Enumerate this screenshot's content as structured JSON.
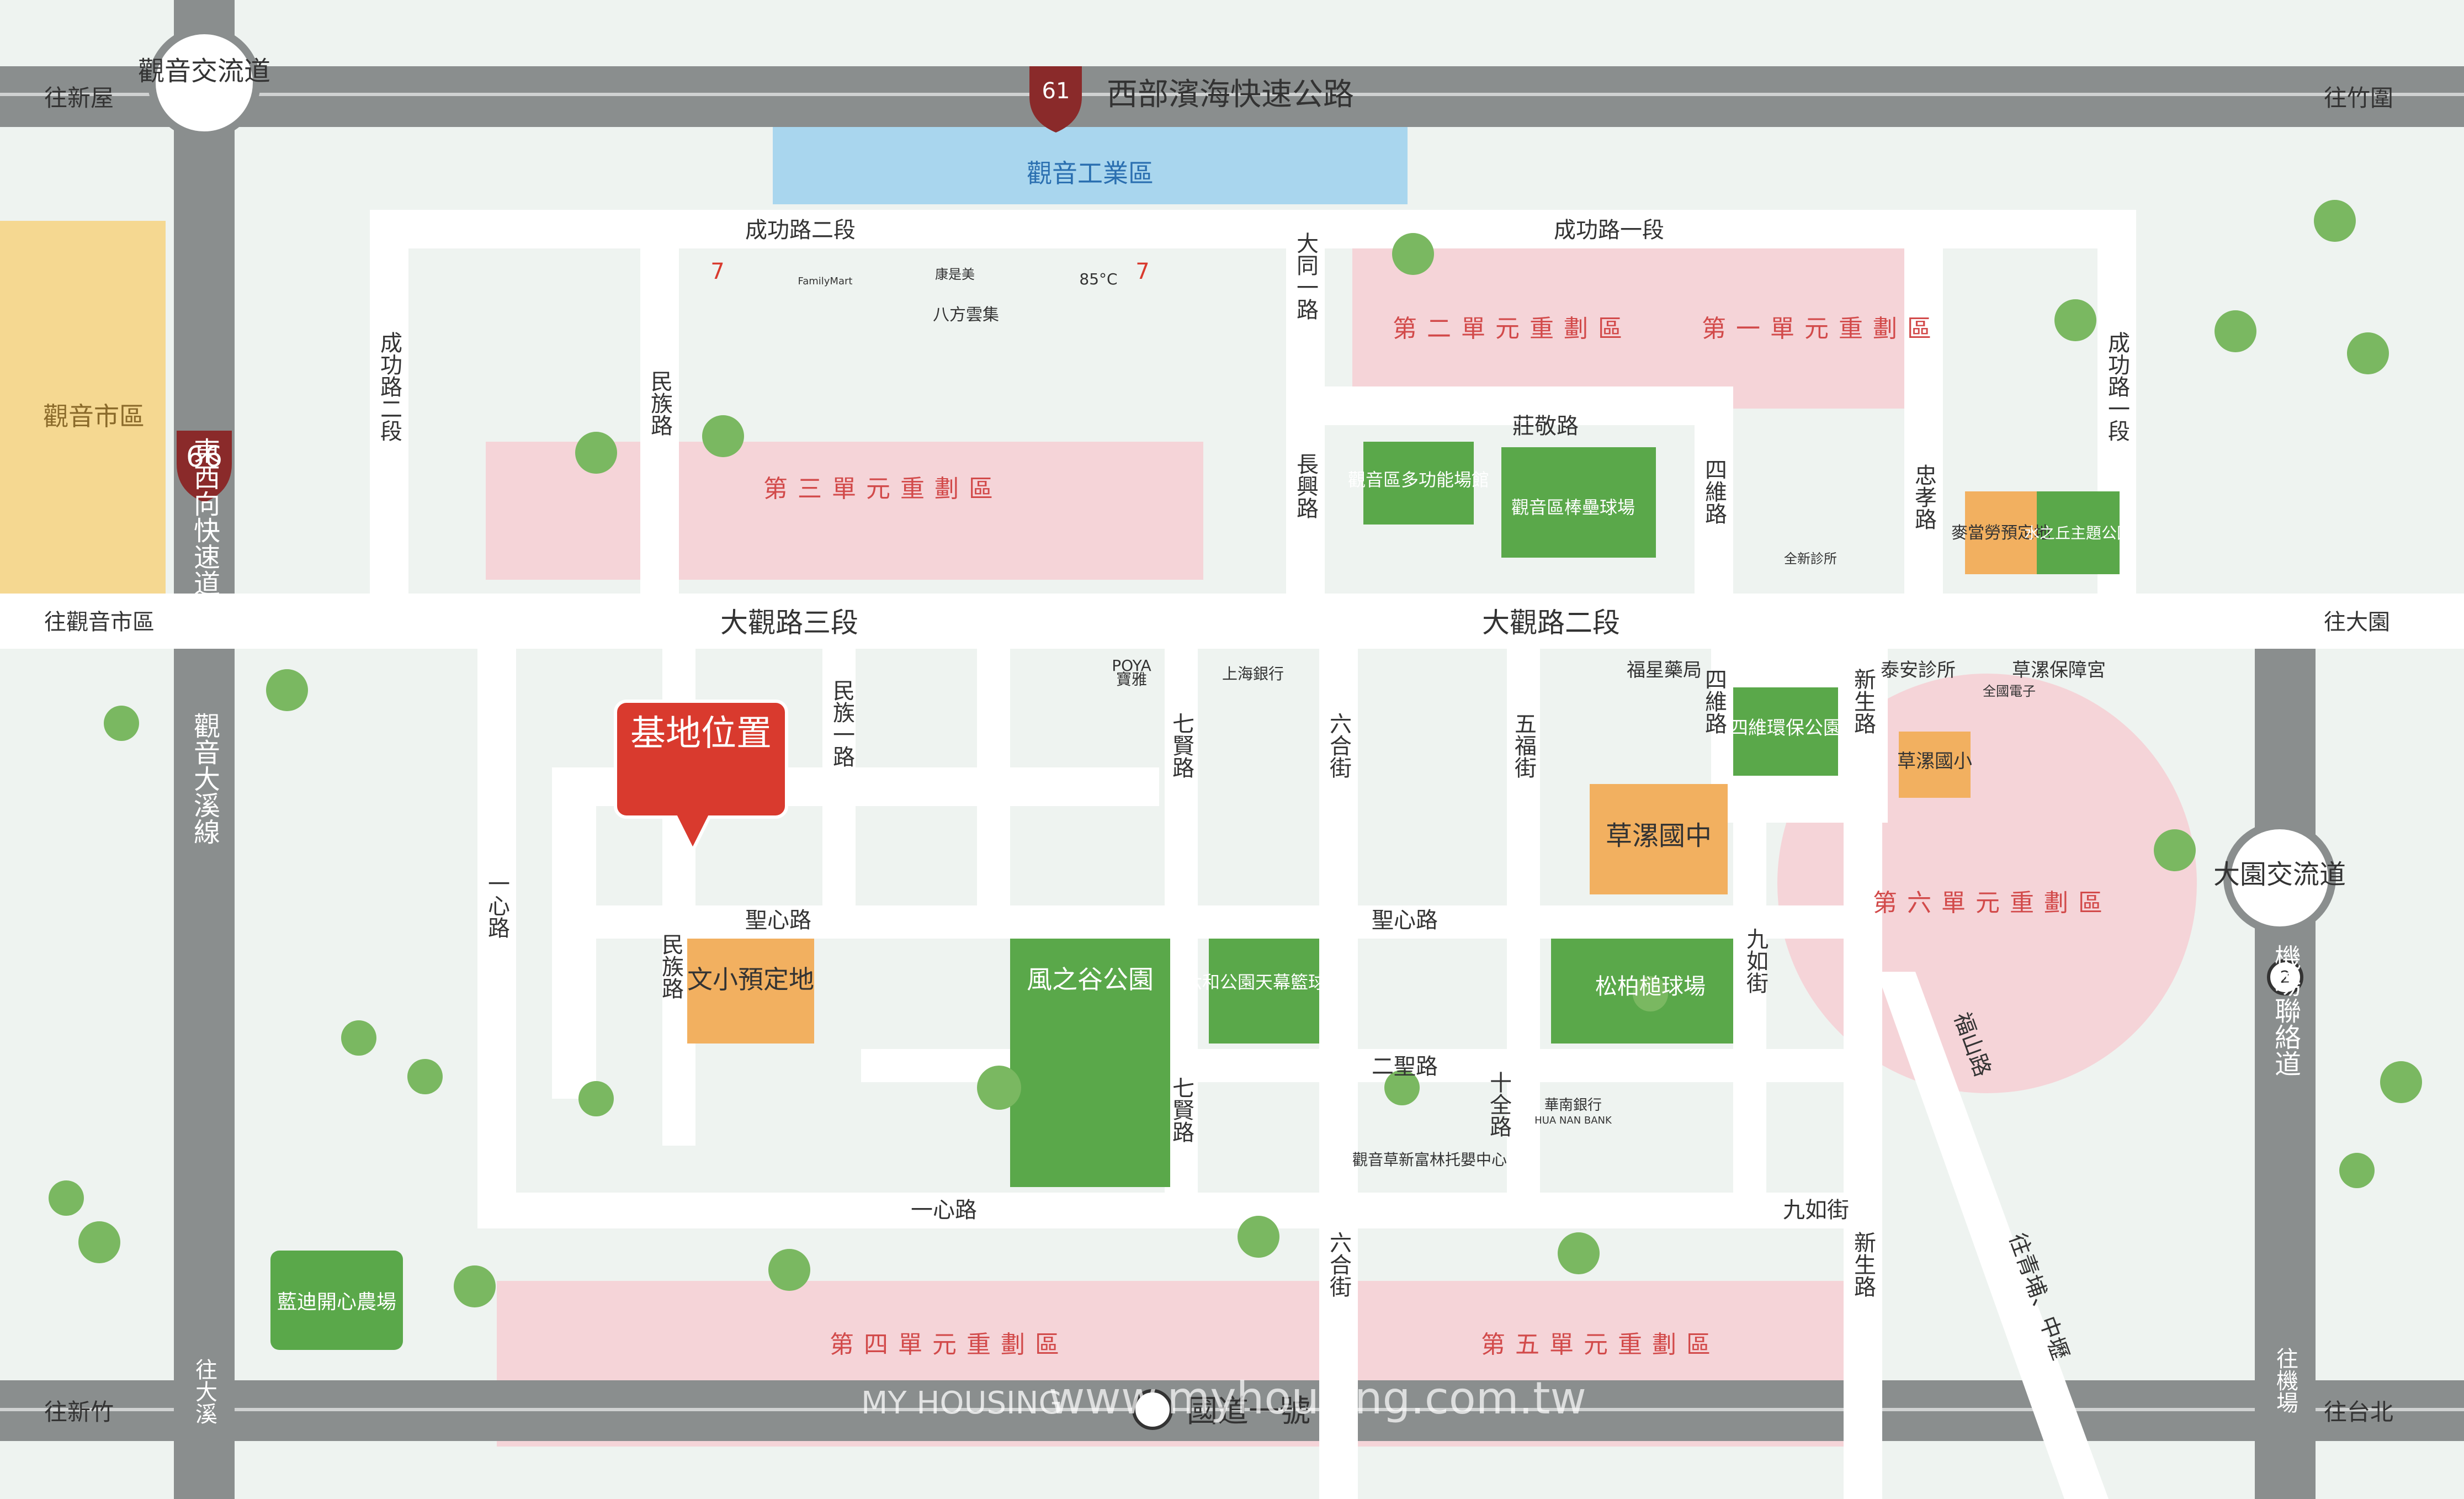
{
  "highways": {
    "west_coast": {
      "shield": "61",
      "name": "西部濱海快速公路",
      "to_left": "往新屋",
      "to_right": "往竹圍"
    },
    "east_west": {
      "shield": "66",
      "name_a": "東西向快速道路",
      "name_b": "觀音大溪線"
    },
    "freeway": {
      "name": "國道一號",
      "to_left": "往新竹",
      "to_right": "往台北"
    },
    "airport": {
      "shield": "2",
      "name": "機場聯絡道"
    }
  },
  "interchanges": {
    "guanyin": "觀音交流道",
    "dayuan": "大園交流道"
  },
  "directions": {
    "guanyin_city": "往觀音市區",
    "dayuan": "往大園",
    "daxi": "往大溪",
    "airport": "往機場",
    "qingpu": "往青埔、中壢"
  },
  "areas": {
    "industrial": "觀音工業區",
    "city": "觀音市區",
    "zone1": "第一單元重劃區",
    "zone2": "第二單元重劃區",
    "zone3": "第三單元重劃區",
    "zone4": "第四單元重劃區",
    "zone5": "第五單元重劃區",
    "zone6": "第六單元重劃區"
  },
  "roads": {
    "chenggong2": "成功路二段",
    "chenggong1": "成功路一段",
    "daguan3": "大觀路三段",
    "daguan2": "大觀路二段",
    "minzu": "民族路",
    "minzu1": "民族一路",
    "datong1": "大同一路",
    "changxing": "長興路",
    "zhuangjing": "莊敬路",
    "siwei": "四維路",
    "zhongxiao": "忠孝路",
    "shengxin": "聖心路",
    "ershengxin": "二聖路",
    "yixin": "一心路",
    "qixian": "七賢路",
    "liuhe": "六合街",
    "wufu": "五福街",
    "shiquan": "十全路",
    "jiuru": "九如街",
    "xinsheng": "新生路",
    "fushan": "福山路"
  },
  "places": {
    "site": "基地位置",
    "multi_venue": "觀音區多功能場館",
    "baseball": "觀音區棒壘球場",
    "mcd": "麥當勞預定地",
    "shuizhiqiu": "水之丘主題公園",
    "wenxiao": "文小預定地",
    "fengzhigu": "風之谷公園",
    "liuhe_park": "六和公園天幕籃球場",
    "songbai": "松柏槌球場",
    "caota_jh": "草漯國中",
    "caota_es": "草漯國小",
    "siwei_park": "四維環保公園",
    "fuxing": "福星藥局",
    "taian": "泰安診所",
    "caota_temple": "草漯保障宮",
    "daycare": "觀音草新富林托嬰中心",
    "landi": "藍迪開心農場",
    "bafang": "八方雲集",
    "quanxin": "全新診所",
    "quanguo": "全國電子",
    "poya": "寶雅",
    "shanghai_bank": "上海銀行",
    "huanan_bank": "華南銀行"
  },
  "brands": {
    "seven": "7",
    "cafe85": "85°C",
    "poya_en": "POYA",
    "family": "FamilyMart",
    "cosmed": "康是美",
    "huanan_en": "HUA NAN BANK"
  },
  "watermark": {
    "line1": "MY HOUSING",
    "line2": "www.myhousing.com.tw"
  },
  "colors": {
    "road": "#ffffff",
    "highway": "#8a8e8e",
    "zone_pink": "#f5d4d8",
    "park_green": "#5aa84a",
    "school_orange": "#f2b060",
    "site_red": "#d93a2e"
  }
}
